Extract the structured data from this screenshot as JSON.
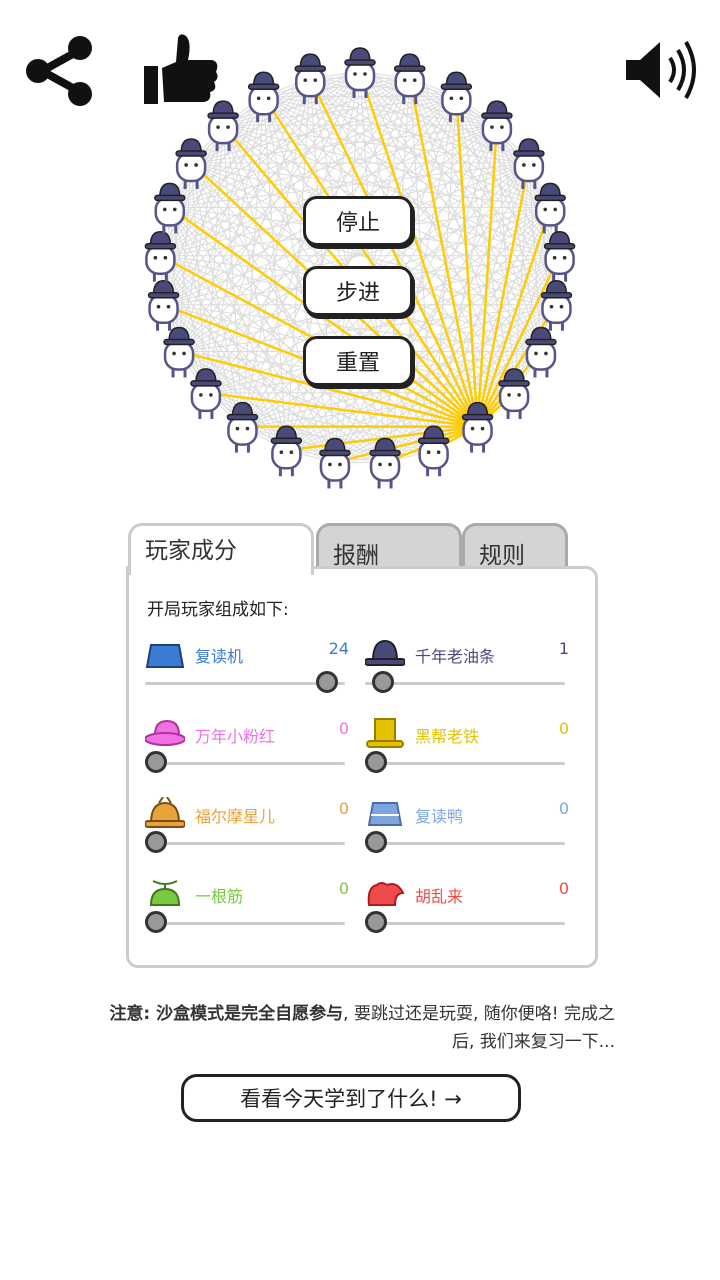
{
  "topbar": {
    "share_icon": "share-icon",
    "like_icon": "thumbs-up-icon",
    "sound_icon": "speaker-icon"
  },
  "controls": {
    "stop_label": "停止",
    "step_label": "步进",
    "reset_label": "重置"
  },
  "tabs": {
    "players_label": "玩家成分",
    "payoff_label": "报酬",
    "rules_label": "规则"
  },
  "panel": {
    "intro": "开局玩家组成如下:",
    "players": [
      {
        "name": "复读机",
        "count": "24",
        "fraction": 0.96,
        "color": "#3b7bd1",
        "hat": "blue-bucket-hat-icon"
      },
      {
        "name": "千年老油条",
        "count": "1",
        "fraction": 0.04,
        "color": "#4a4a7a",
        "hat": "bowler-hat-icon"
      },
      {
        "name": "万年小粉红",
        "count": "0",
        "fraction": 0,
        "color": "#ef72e5",
        "hat": "pink-sun-hat-icon"
      },
      {
        "name": "黑帮老铁",
        "count": "0",
        "fraction": 0,
        "color": "#e6c100",
        "hat": "yellow-top-hat-icon"
      },
      {
        "name": "福尔摩星儿",
        "count": "0",
        "fraction": 0,
        "color": "#e8a23c",
        "hat": "deerstalker-hat-icon"
      },
      {
        "name": "复读鸭",
        "count": "0",
        "fraction": 0,
        "color": "#7fa6dc",
        "hat": "light-blue-bucket-hat-icon"
      },
      {
        "name": "一根筋",
        "count": "0",
        "fraction": 0,
        "color": "#7ac943",
        "hat": "propeller-cap-icon"
      },
      {
        "name": "胡乱来",
        "count": "0",
        "fraction": 0,
        "color": "#ef4b4b",
        "hat": "red-jester-hat-icon"
      }
    ]
  },
  "note": {
    "bold": "注意: 沙盒模式是完全自愿参与",
    "rest": ", 要跳过还是玩耍, 随你便咯! 完成之后, 我们来复习一下..."
  },
  "next_button_label": "看看今天学到了什么! →",
  "colors": {
    "highlight_line": "#ffcc00",
    "figure_outline": "#55558a",
    "bowler_hat": "#4a4a7a"
  }
}
